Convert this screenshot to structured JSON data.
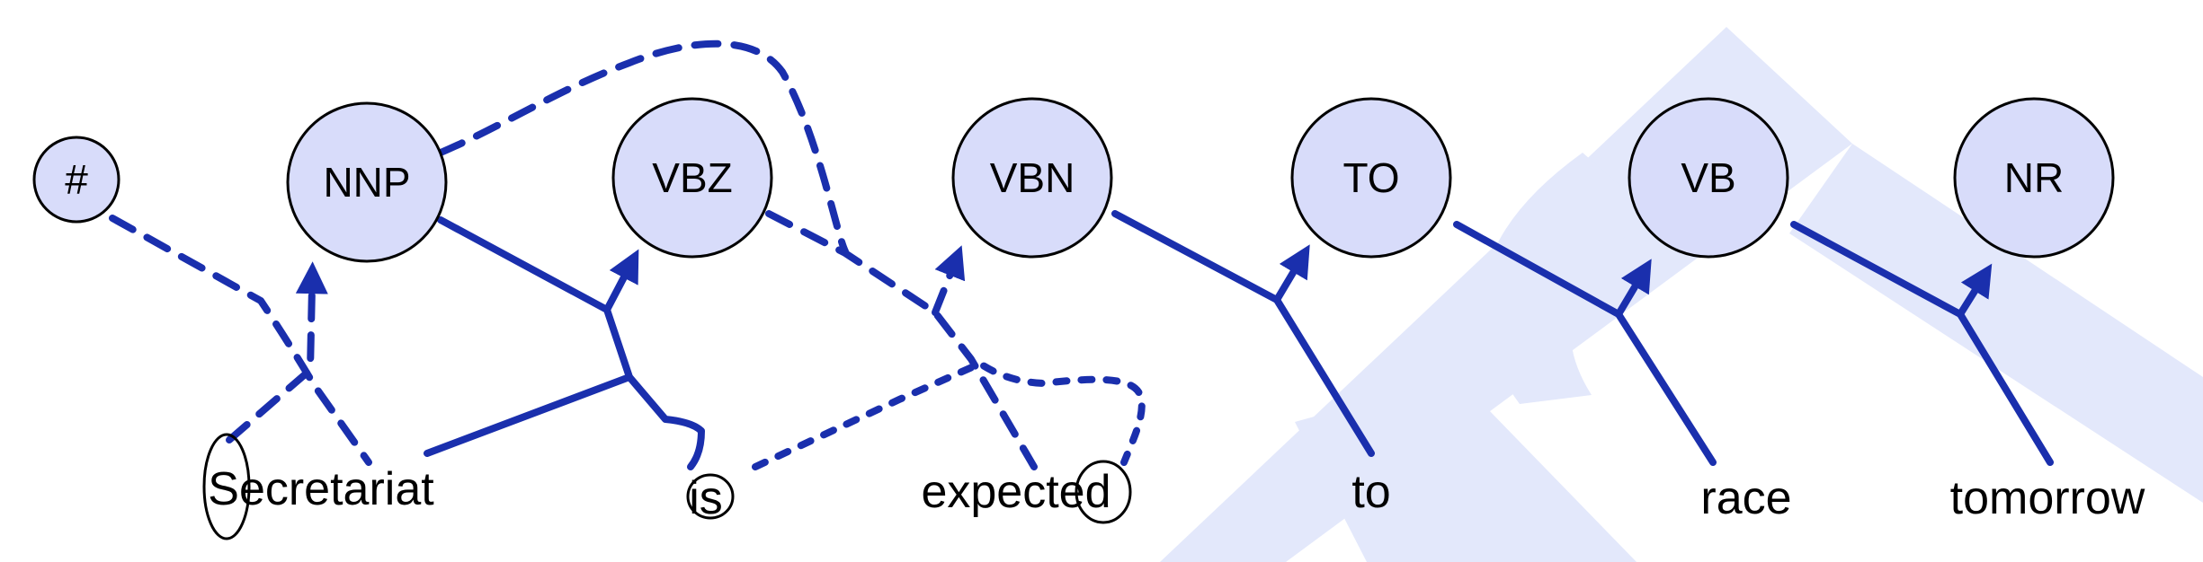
{
  "colors": {
    "edge": "#1a2fad",
    "node_fill": "#d8dcfa",
    "node_stroke": "#000000",
    "watermark": "#e3e8fb",
    "text": "#000000"
  },
  "tags": {
    "hash": "#",
    "nnp": "NNP",
    "vbz": "VBZ",
    "vbn": "VBN",
    "to": "TO",
    "vb": "VB",
    "nr": "NR"
  },
  "words": {
    "secretariat": "Secretariat",
    "is": "is",
    "expected": "expected",
    "to": "to",
    "race": "race",
    "tomorrow": "tomorrow"
  }
}
